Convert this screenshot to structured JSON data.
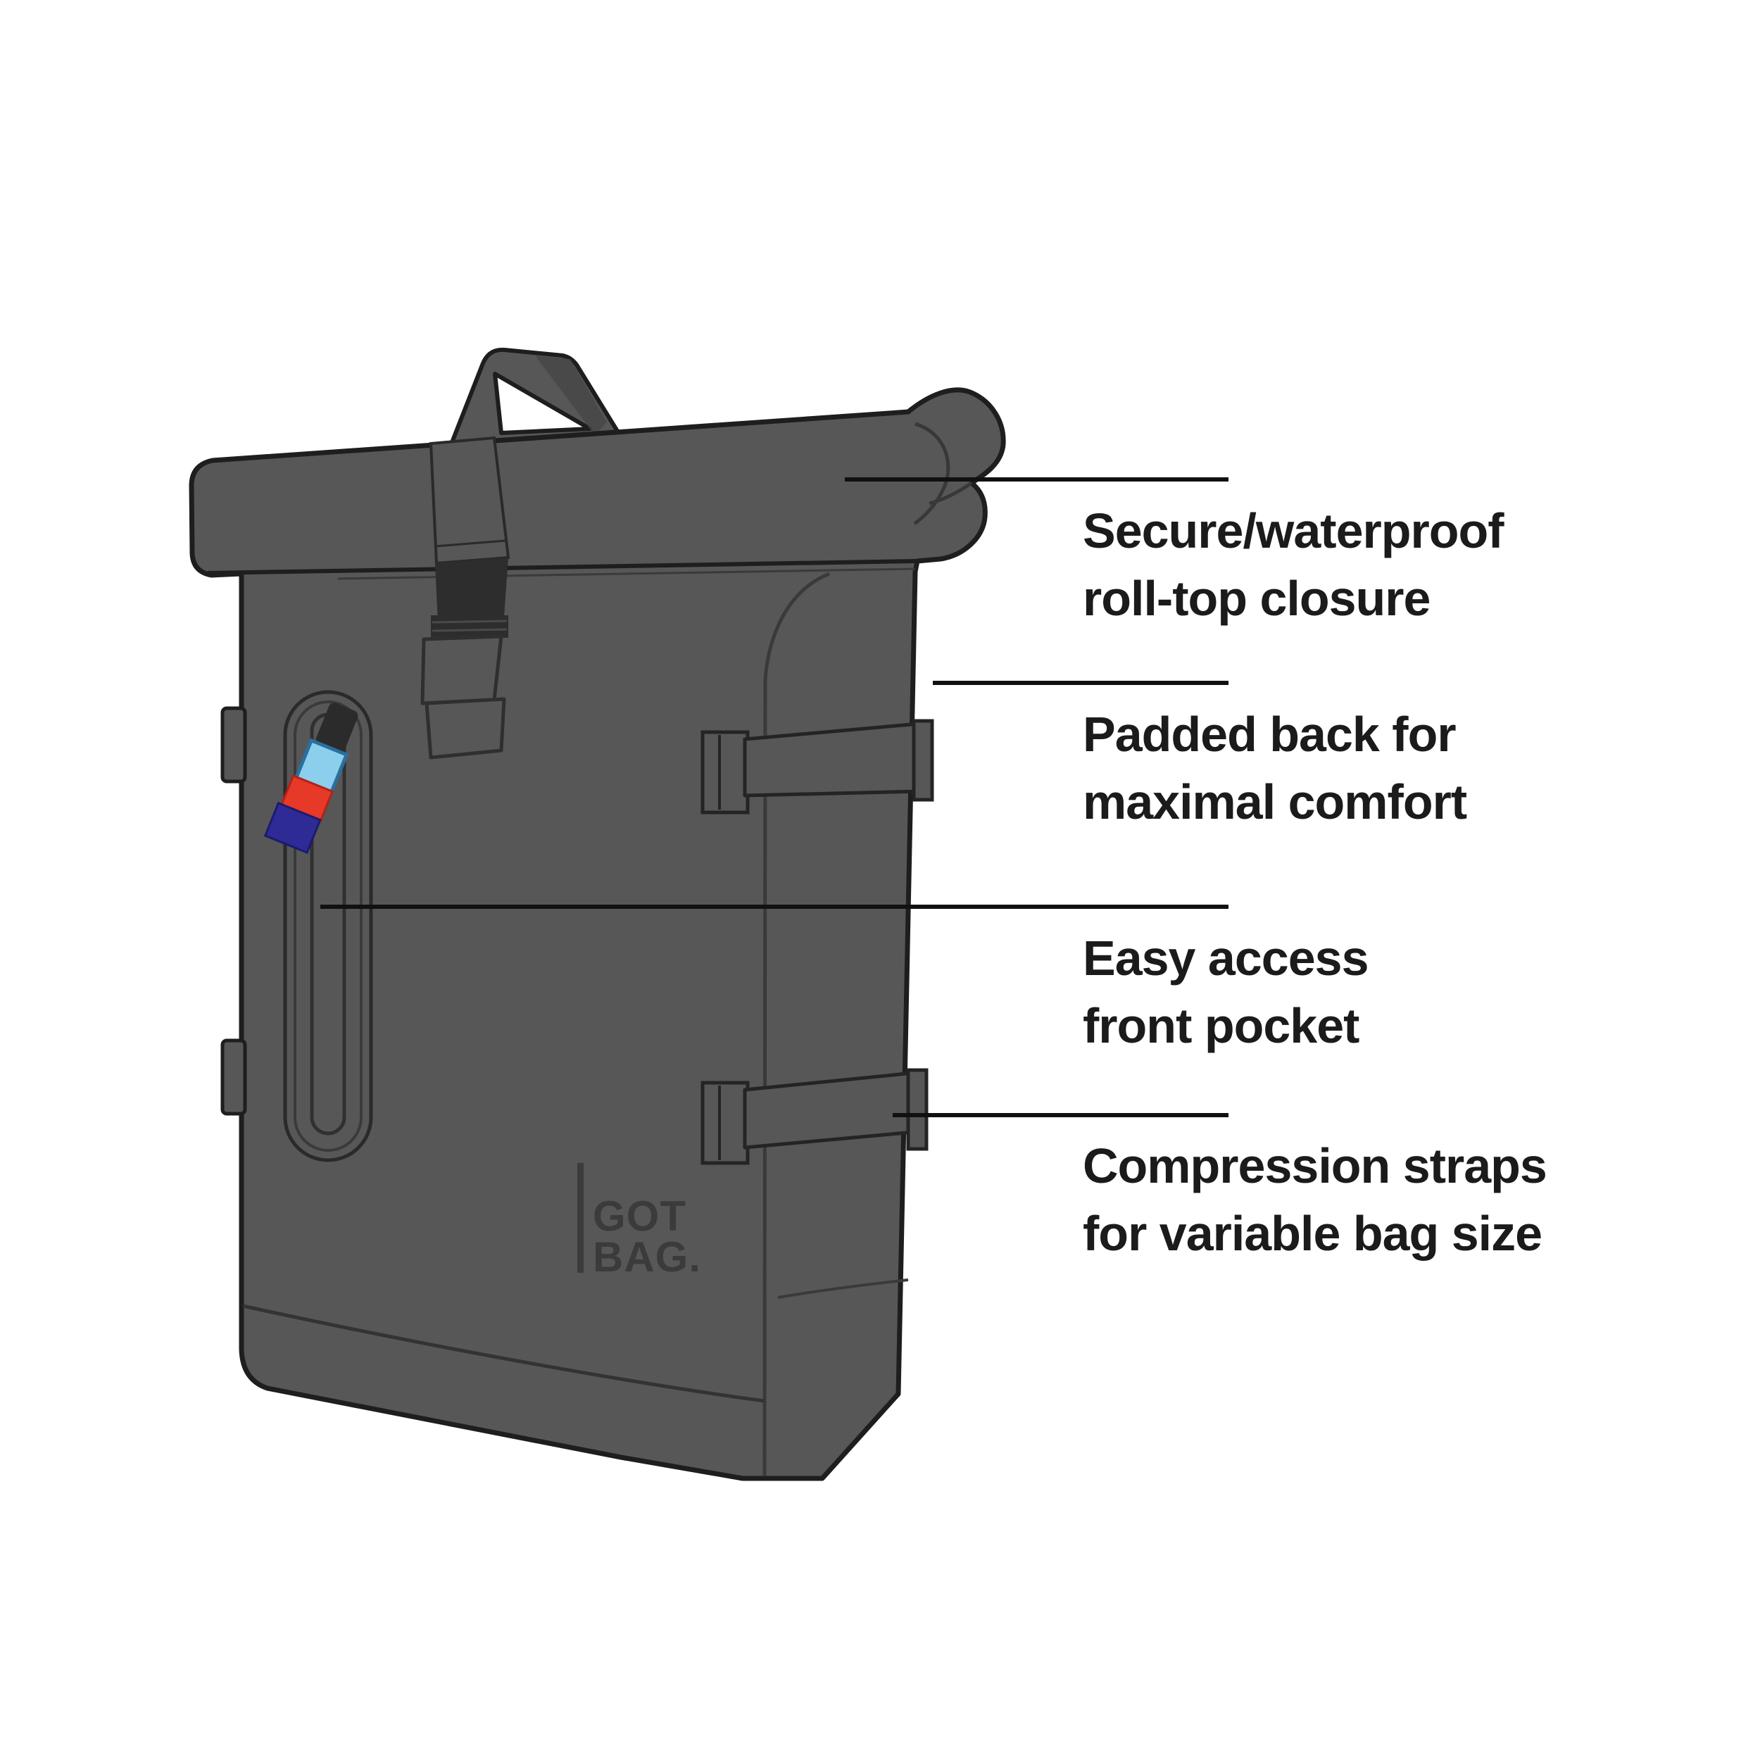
{
  "illustration": {
    "subject": "rolltop-backpack-product-diagram",
    "colors": {
      "background": "#ffffff",
      "bag": "#575757",
      "outline": "#1e1e1e",
      "inner_line": "#3a3a3a",
      "webbing_dark": "#2d2d2d",
      "zipper_pull_blue": "#8ccfec",
      "zipper_pull_red": "#e63928",
      "zipper_pull_navy": "#2e2b96",
      "leader_line": "#111111",
      "label_text": "#1b1b1b",
      "logo": "#3b3b3b"
    },
    "logo": {
      "line1": "GOT",
      "line2": "BAG."
    }
  },
  "callouts": [
    {
      "id": "rolltop",
      "line1": "Secure/waterproof",
      "line2": "roll-top closure"
    },
    {
      "id": "padded-back",
      "line1": "Padded back for",
      "line2": "maximal comfort"
    },
    {
      "id": "front-pocket",
      "line1": "Easy access",
      "line2": "front pocket"
    },
    {
      "id": "compression-straps",
      "line1": "Compression straps",
      "line2": "for variable bag size"
    }
  ]
}
